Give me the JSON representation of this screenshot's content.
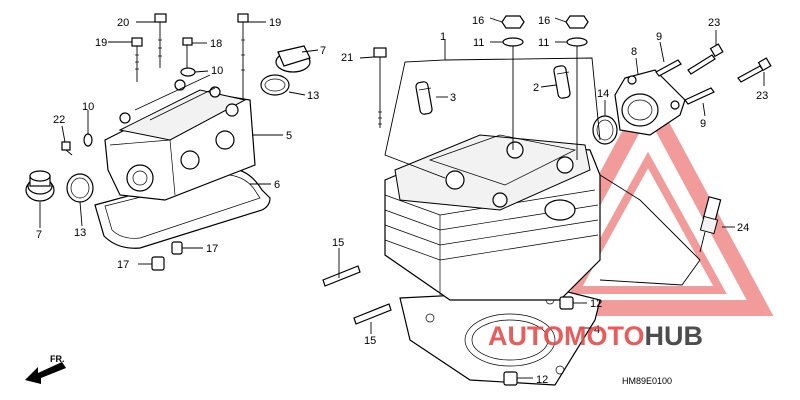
{
  "diagram": {
    "code": "HM89E0100",
    "direction_label": "FR.",
    "callouts": {
      "c1": "1",
      "c2": "2",
      "c3": "3",
      "c4": "4",
      "c5": "5",
      "c6": "6",
      "c7a": "7",
      "c7b": "7",
      "c8": "8",
      "c9a": "9",
      "c9b": "9",
      "c10a": "10",
      "c10b": "10",
      "c11a": "11",
      "c11b": "11",
      "c12a": "12",
      "c12b": "12",
      "c13a": "13",
      "c13b": "13",
      "c14": "14",
      "c15a": "15",
      "c15b": "15",
      "c16a": "16",
      "c16b": "16",
      "c17a": "17",
      "c17b": "17",
      "c18": "18",
      "c19a": "19",
      "c19b": "19",
      "c20": "20",
      "c21": "21",
      "c22": "22",
      "c23a": "23",
      "c23b": "23",
      "c24": "24"
    }
  },
  "watermark": {
    "part1": "AUTO",
    "part2": "MOTO",
    "part3": "HUB",
    "color_red": "#e84a4a",
    "color_dark": "#3a3a3a"
  }
}
